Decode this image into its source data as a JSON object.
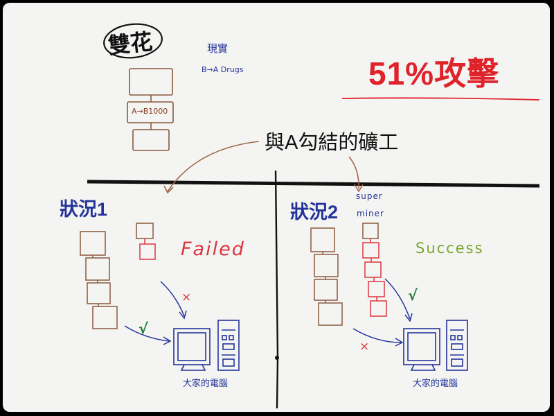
{
  "title": "51%攻擊",
  "double_spend": {
    "label": "雙花",
    "reality_label": "現實",
    "reality_tx": "B→A Drugs",
    "attack_tx": "A→B1000"
  },
  "colluding_miners": "與A勾結的礦工",
  "scenario1": {
    "label": "狀況1",
    "result": "Failed",
    "computer_label": "大家的電腦",
    "mark_fail": "×",
    "mark_ok": "√"
  },
  "scenario2": {
    "label": "狀況2",
    "miner_line1": "super",
    "miner_line2": "miner",
    "result": "Success",
    "computer_label": "大家的電腦",
    "mark_fail": "×",
    "mark_ok": "√"
  },
  "colors": {
    "title_red": "#e0232b",
    "block_brown": "#8a5a3c",
    "block_red": "#d9363e",
    "ink_blue": "#24349a",
    "ink_black": "#111111",
    "success_green": "#79a62c",
    "check_green": "#1f7a3a",
    "arrow_brown": "#a0674a"
  }
}
